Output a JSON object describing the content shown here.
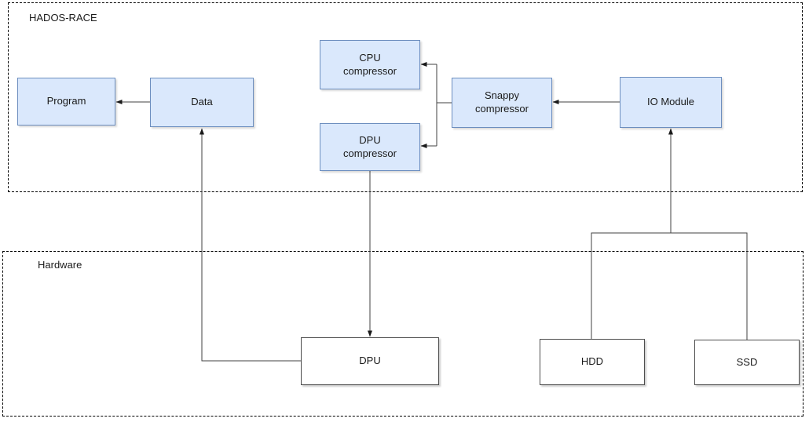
{
  "diagram": {
    "groups": [
      {
        "id": "hados-race",
        "label": "HADOS-RACE"
      },
      {
        "id": "hardware",
        "label": "Hardware"
      }
    ],
    "nodes": [
      {
        "id": "program",
        "label": "Program",
        "type": "software"
      },
      {
        "id": "data",
        "label": "Data",
        "type": "software"
      },
      {
        "id": "cpu-compressor",
        "label": "CPU\ncompressor",
        "type": "software"
      },
      {
        "id": "dpu-compressor",
        "label": "DPU\ncompressor",
        "type": "software"
      },
      {
        "id": "snappy-compressor",
        "label": "Snappy\ncompressor",
        "type": "software"
      },
      {
        "id": "io-module",
        "label": "IO Module",
        "type": "software"
      },
      {
        "id": "dpu",
        "label": "DPU",
        "type": "hardware"
      },
      {
        "id": "hdd",
        "label": "HDD",
        "type": "hardware"
      },
      {
        "id": "ssd",
        "label": "SSD",
        "type": "hardware"
      }
    ],
    "edges": [
      {
        "from": "Data",
        "to": "Program"
      },
      {
        "from": "DPU",
        "to": "Data"
      },
      {
        "from": "Snappy compressor",
        "to": "CPU compressor"
      },
      {
        "from": "Snappy compressor",
        "to": "DPU compressor"
      },
      {
        "from": "DPU compressor",
        "to": "DPU"
      },
      {
        "from": "IO Module",
        "to": "Snappy compressor"
      },
      {
        "from": "HDD",
        "to": "IO Module"
      },
      {
        "from": "SSD",
        "to": "IO Module"
      }
    ],
    "colors": {
      "software_node_fill": "#dae8fc",
      "software_node_border": "#6c8ebf",
      "hardware_node_fill": "#ffffff",
      "hardware_node_border": "#4d4d4d",
      "connector": "#424242",
      "group_border": "#000000",
      "text": "#1a1a1a"
    }
  }
}
